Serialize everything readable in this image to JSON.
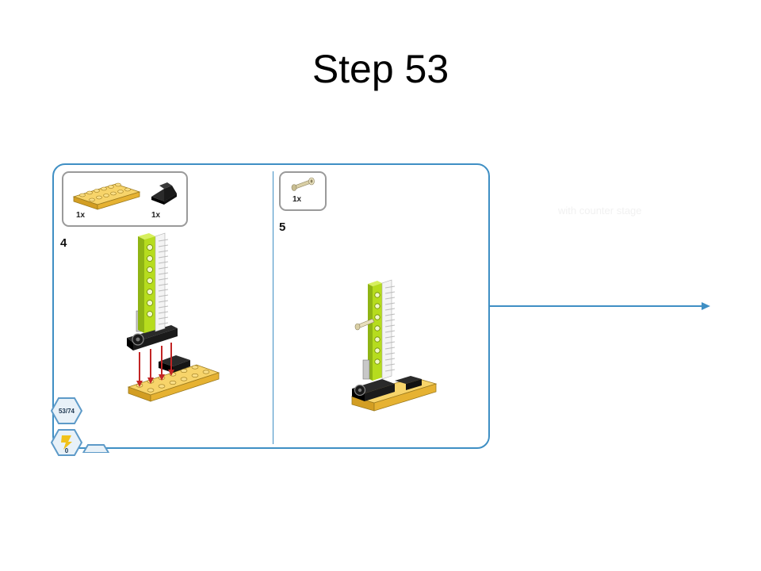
{
  "slide": {
    "title": "Step 53"
  },
  "panel_left": {
    "parts": [
      {
        "qty": "1x"
      },
      {
        "qty": "1x"
      }
    ],
    "step_number": "4"
  },
  "panel_right": {
    "parts": [
      {
        "qty": "1x"
      }
    ],
    "step_number": "5"
  },
  "faint_caption": "with counter stage",
  "progress": {
    "page": "53/74",
    "counter": "0"
  },
  "colors": {
    "frame": "#3f8fc4",
    "lime": "#b6dc1e",
    "tan": "#f3c44a",
    "rack": "#f4f4f4",
    "black": "#1a1a1a",
    "arrow_red": "#c22525"
  },
  "icons": [
    "plate-2x6-icon",
    "slope-brick-icon",
    "axle-pin-icon",
    "page-badge-icon",
    "bonus-badge-icon"
  ]
}
